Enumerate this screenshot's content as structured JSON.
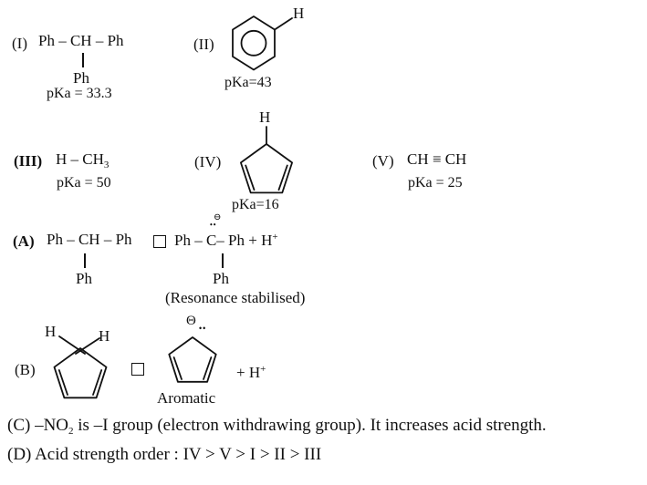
{
  "compound_i": {
    "label": "(I)",
    "formula": "Ph – CH – Ph",
    "substituent": "Ph",
    "pka": "pKa = 33.3"
  },
  "compound_ii": {
    "label": "(II)",
    "h": "H",
    "pka": "pKa=43",
    "structure_icon": "benzene-ring"
  },
  "compound_iii": {
    "label": "(III)",
    "formula_main": "H – CH",
    "formula_sub": "3",
    "pka": "pKa = 50"
  },
  "compound_iv": {
    "label": "(IV)",
    "h": "H",
    "pka": "pKa=16",
    "structure_icon": "cyclopentadiene-ring"
  },
  "compound_v": {
    "label": "(V)",
    "formula": "CH ≡ CH",
    "pka": "pKa = 25"
  },
  "reaction_a": {
    "label": "(A)",
    "reactant_formula": "Ph – CH – Ph",
    "reactant_substituent": "Ph",
    "equilibrium_box_icon": "empty-square-placeholder",
    "product_pre": "Ph – C",
    "product_post": "– Ph + H",
    "product_sup": "+",
    "charge_symbol": "⊖",
    "lone_pair": "••",
    "product_substituent": "Ph",
    "note": "(Resonance stabilised)"
  },
  "reaction_b": {
    "label": "(B)",
    "h_left": "H",
    "h_right": "H",
    "reactant_icon": "cyclopentadiene-with-two-H",
    "equilibrium_box_icon": "empty-square-placeholder",
    "charge_symbol": "Θ",
    "lone_pair": "••",
    "product_icon": "cyclopentadienyl-anion-ring",
    "product_note": "Aromatic",
    "plus_h": "+ H",
    "plus_h_sup": "+"
  },
  "statement_c": {
    "pre": "(C) –NO",
    "sub": "2",
    "post": " is –I group (electron withdrawing group). It increases acid strength."
  },
  "statement_d": {
    "text": "(D) Acid strength order : IV > V > I > II > III"
  }
}
